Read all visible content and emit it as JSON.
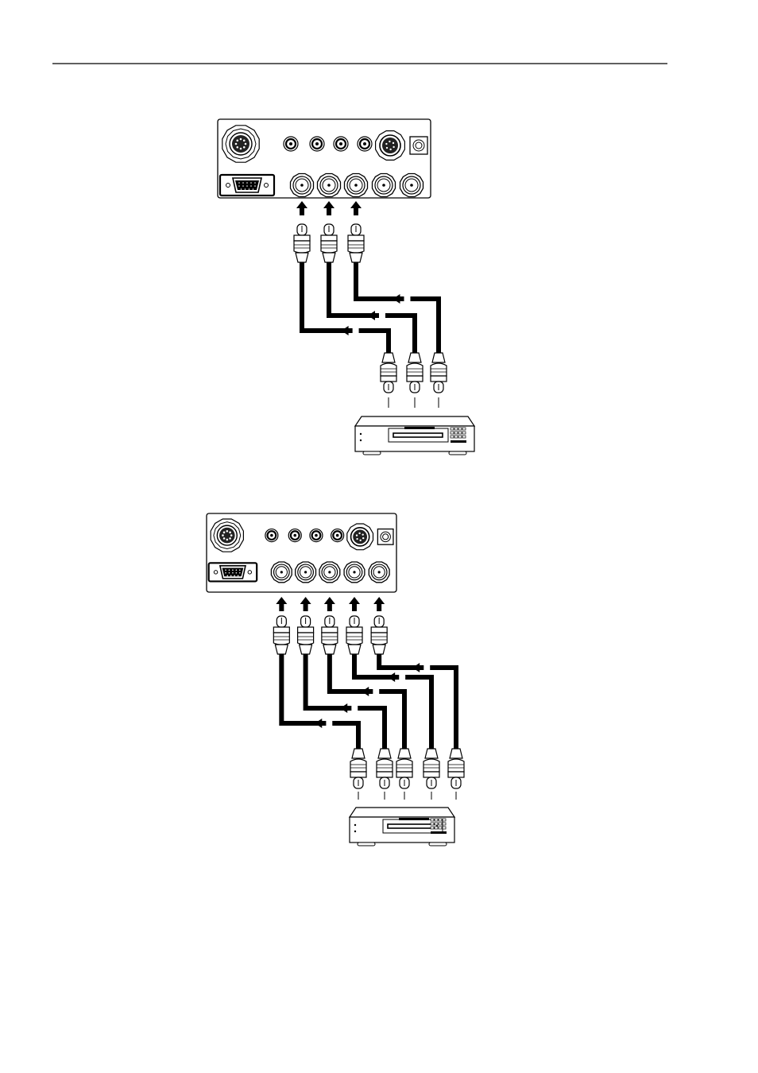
{
  "diagrams": [
    {
      "id": "three-cable-connection",
      "panel_bnc_count": 5,
      "connected_inputs": 3,
      "source_device": "player"
    },
    {
      "id": "five-cable-connection",
      "panel_bnc_count": 5,
      "connected_inputs": 5,
      "source_device": "player"
    }
  ]
}
